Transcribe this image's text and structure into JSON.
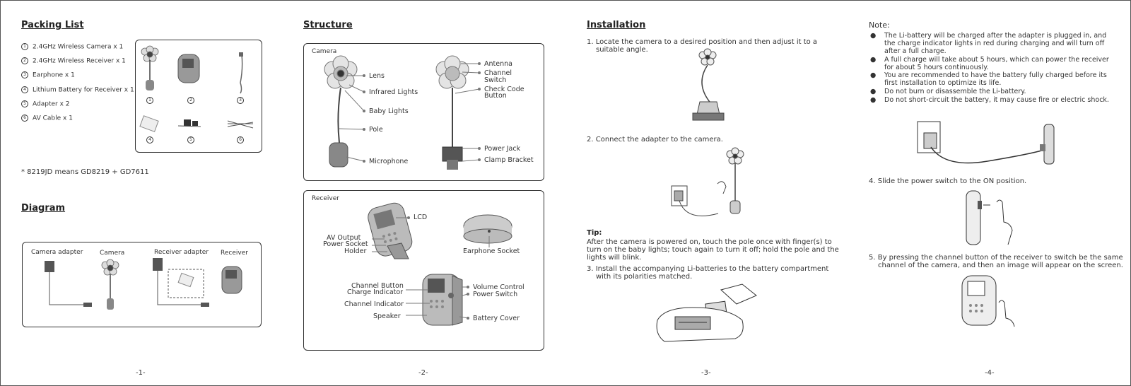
{
  "page1": {
    "packing_title": "Packing List",
    "items": [
      {
        "num": "1",
        "text": "2.4GHz Wireless Camera x 1"
      },
      {
        "num": "2",
        "text": "2.4GHz Wireless Receiver x 1"
      },
      {
        "num": "3",
        "text": "Earphone  x 1"
      },
      {
        "num": "4",
        "text": "Lithium Battery for Receiver x 1"
      },
      {
        "num": "5",
        "text": "Adapter x 2"
      },
      {
        "num": "6",
        "text": "AV Cable x 1"
      }
    ],
    "grid_nums": [
      "1",
      "2",
      "3",
      "4",
      "5",
      "6"
    ],
    "note": "* 8219JD means GD8219 + GD7611",
    "diagram_title": "Diagram",
    "diagram_labels": {
      "cam_adapter": "Camera adapter",
      "camera": "Camera",
      "rec_adapter": "Receiver adapter",
      "receiver": "Receiver"
    },
    "page_num": "-1-"
  },
  "page2": {
    "title": "Structure",
    "camera_box": "Camera",
    "cam_left_labels": [
      "Lens",
      "Infrared Lights",
      "Baby Lights",
      "Pole",
      "Microphone"
    ],
    "cam_right_labels": {
      "antenna": "Antenna",
      "channel1": "Channel",
      "channel2": "Switch",
      "check1": "Check Code",
      "check2": "Button",
      "power_jack": "Power Jack",
      "clamp": "Clamp Bracket"
    },
    "receiver_box": "Receiver",
    "rec_labels": {
      "lcd": "LCD",
      "av": "AV Output",
      "power_socket": "Power Socket",
      "holder": "Holder",
      "earphone": "Earphone Socket",
      "channel_btn": "Channel Button",
      "charge": "Charge Indicator",
      "channel_ind": "Channel Indicator",
      "speaker": "Speaker",
      "volume": "Volume Control",
      "power_switch": "Power Switch",
      "battery": "Battery Cover"
    },
    "page_num": "-2-"
  },
  "page3": {
    "title": "Installation",
    "step1a": "1. Locate the camera to a desired position and then adjust it to a",
    "step1b": "suitable angle.",
    "step2": "2. Connect the adapter to the camera.",
    "tip_title": "Tip:",
    "tip1": "After the camera is powered on, touch the pole once with finger(s) to",
    "tip2": "turn on the baby lights; touch again to turn it off; hold the pole and the",
    "tip3": "lights will blink.",
    "step3a": "3. Install the accompanying Li-batteries to the battery compartment",
    "step3b": "with its polarities matched.",
    "page_num": "-3-"
  },
  "page4": {
    "note_title": "Note:",
    "bullets": [
      [
        "The Li-battery will be charged after the adapter is plugged in, and",
        "the charge indicator lights in red during charging and will turn off",
        "after a full charge."
      ],
      [
        "A full charge will take about 5 hours, which can power the receiver",
        "for about 5 hours continuously."
      ],
      [
        "You are recommended to have the battery fully charged before its",
        "first installation to optimize its life."
      ],
      [
        "Do not burn or disassemble the Li-battery."
      ],
      [
        "Do not short-circuit the battery, it may cause fire or electric shock."
      ]
    ],
    "step4": "4. Slide the power switch to the ON position.",
    "step5a": "5. By pressing the channel button of the receiver to switch be the same",
    "step5b": "channel of the camera, and then an image will appear on the screen.",
    "page_num": "-4-"
  }
}
